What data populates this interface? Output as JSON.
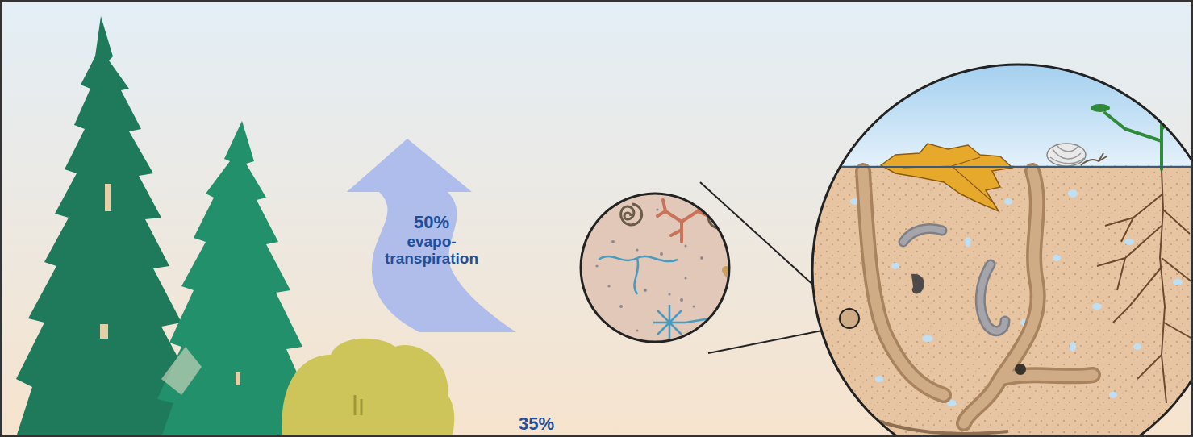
{
  "diagram": {
    "nodes": [
      {
        "text": [
          "50%",
          "evapo- transpiration"
        ]
      }
    ],
    "labels": [
      "35%"
    ]
  }
}
